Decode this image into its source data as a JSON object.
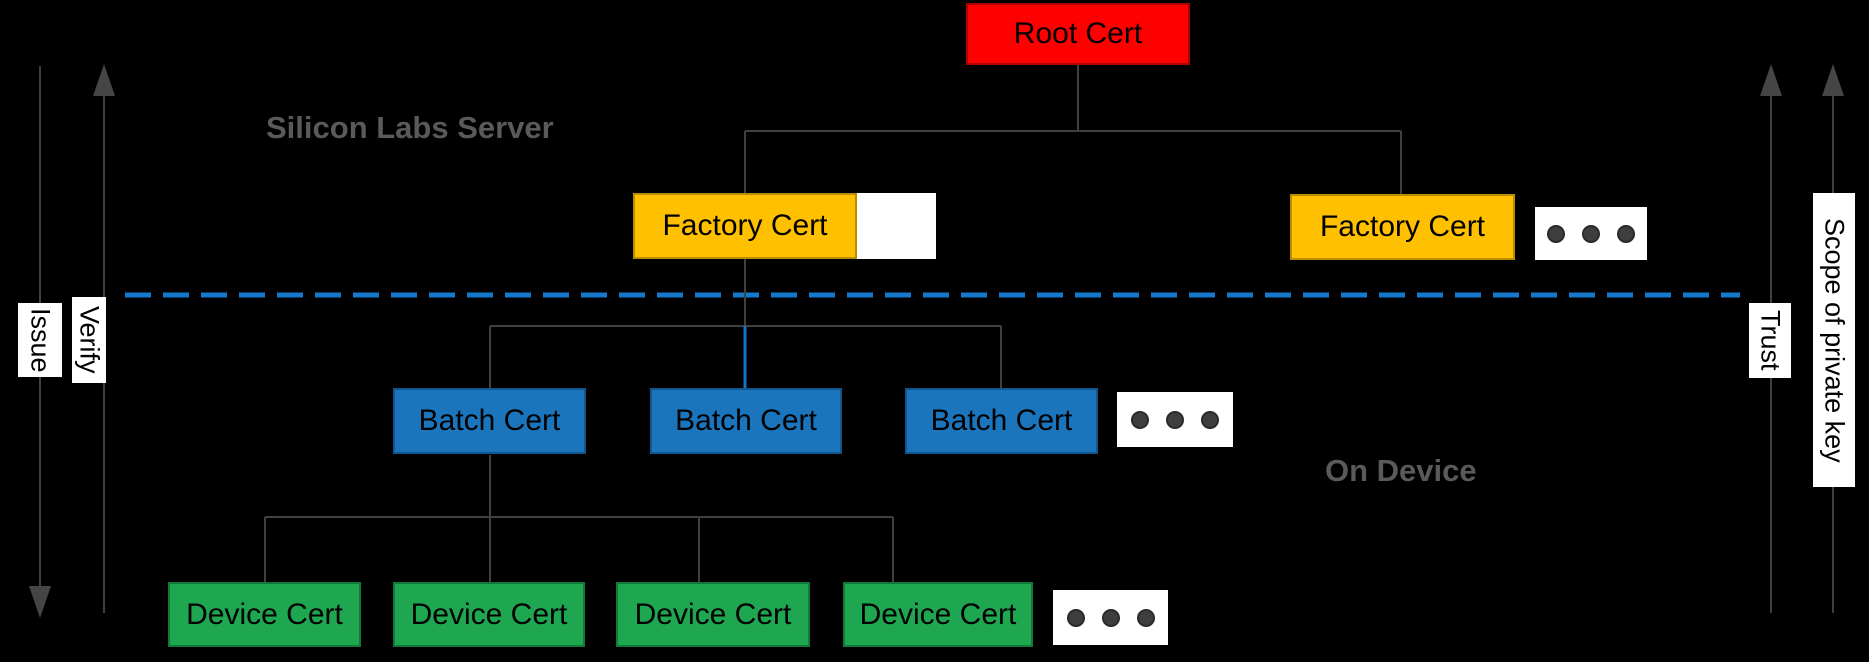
{
  "diagram": {
    "region_labels": {
      "server": "Silicon Labs Server",
      "device": "On Device"
    },
    "side_labels": {
      "issue": "Issue",
      "verify": "Verify",
      "trust": "Trust",
      "scope": "Scope of private key"
    },
    "nodes": {
      "root": {
        "label": "Root Cert",
        "color": "#FF0000"
      },
      "factory": {
        "color": "#FFC000",
        "items": [
          {
            "label": "Factory Cert"
          },
          {
            "label": "Factory Cert"
          }
        ]
      },
      "batch": {
        "color": "#1B75BC",
        "items": [
          {
            "label": "Batch Cert"
          },
          {
            "label": "Batch Cert"
          },
          {
            "label": "Batch Cert"
          }
        ]
      },
      "device": {
        "color": "#1FA650",
        "items": [
          {
            "label": "Device Cert"
          },
          {
            "label": "Device Cert"
          },
          {
            "label": "Device Cert"
          },
          {
            "label": "Device Cert"
          }
        ]
      }
    },
    "colors": {
      "background": "#000000",
      "connector_line": "#404040",
      "boundary_dashed_line": "#1478CC",
      "blue_connector": "#1375C8",
      "region_label_text": "#5A5A5A",
      "ellipsis_dot": "#3E3E3E"
    }
  }
}
